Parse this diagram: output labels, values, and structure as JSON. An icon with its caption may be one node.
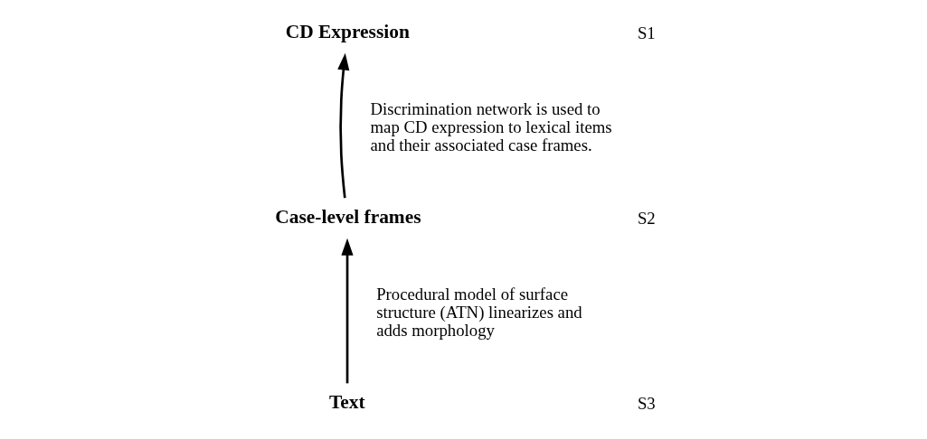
{
  "diagram": {
    "nodes": [
      {
        "text": [
          "CD Expression"
        ]
      },
      {
        "text": [
          "Case-level frames"
        ]
      },
      {
        "text": [
          "Text"
        ]
      }
    ],
    "edges": [
      {
        "from": 1,
        "to": 0,
        "arrow": "to",
        "label": "Discrimination network is used to map CD expression to lexical items and their associated case frames."
      },
      {
        "from": 2,
        "to": 1,
        "arrow": "to",
        "label": "Procedural model of surface structure (ATN) linearizes and adds morphology"
      }
    ],
    "labels": [
      "S1",
      "S2",
      "S3"
    ]
  }
}
